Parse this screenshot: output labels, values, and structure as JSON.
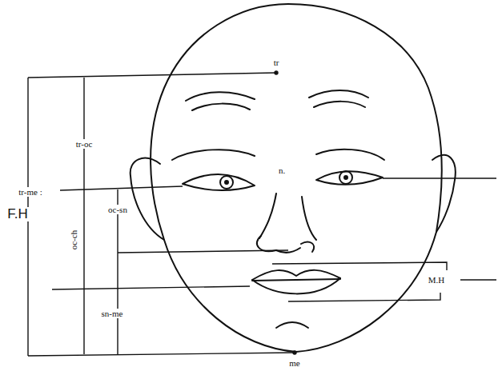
{
  "diagram": {
    "labels": [
      "tr",
      "tr-oc",
      "tr-me :",
      "F.H",
      "n.",
      "oc-sn",
      "oc-ch",
      "M.H",
      "sn-me",
      "me"
    ]
  }
}
